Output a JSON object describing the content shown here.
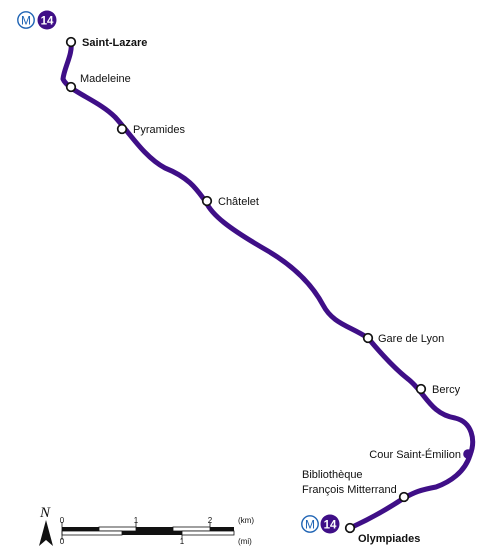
{
  "line": {
    "number": "14",
    "metro_symbol": "M",
    "color": "#3f0f87",
    "metro_symbol_color": "#1f64b4"
  },
  "stations": [
    {
      "name": "Saint-Lazare",
      "terminus": true,
      "marker": "interchange"
    },
    {
      "name": "Madeleine",
      "terminus": false,
      "marker": "interchange"
    },
    {
      "name": "Pyramides",
      "terminus": false,
      "marker": "interchange"
    },
    {
      "name": "Châtelet",
      "terminus": false,
      "marker": "interchange"
    },
    {
      "name": "Gare de Lyon",
      "terminus": false,
      "marker": "interchange"
    },
    {
      "name": "Bercy",
      "terminus": false,
      "marker": "interchange"
    },
    {
      "name": "Cour Saint-Émilion",
      "terminus": false,
      "marker": "simple"
    },
    {
      "name_lines": [
        "Bibliothèque",
        "François Mitterrand"
      ],
      "terminus": false,
      "marker": "interchange"
    },
    {
      "name": "Olympiades",
      "terminus": true,
      "marker": "interchange"
    }
  ],
  "scale_bar": {
    "km_ticks": [
      "0",
      "1",
      "2"
    ],
    "km_unit": "(km)",
    "mi_ticks": [
      "0",
      "1"
    ],
    "mi_unit": "(mi)"
  },
  "north_arrow": {
    "label": "N"
  }
}
